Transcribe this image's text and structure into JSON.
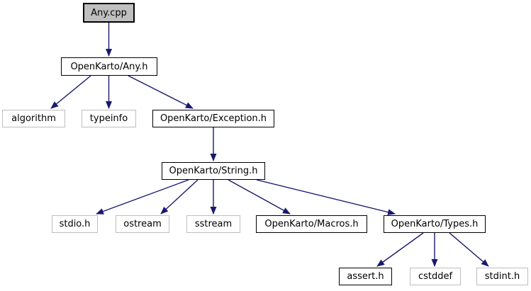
{
  "diagram_type": "include-dependency-graph",
  "colors": {
    "edge": "#191970",
    "root_fill": "#bfbfbf",
    "linked_border": "#000000",
    "external_border": "#bebebe",
    "text": "#000000",
    "background": "#ffffff"
  },
  "nodes": {
    "any_cpp": {
      "label": "Any.cpp"
    },
    "any_h": {
      "label": "OpenKarto/Any.h"
    },
    "algorithm": {
      "label": "algorithm"
    },
    "typeinfo": {
      "label": "typeinfo"
    },
    "exception_h": {
      "label": "OpenKarto/Exception.h"
    },
    "string_h": {
      "label": "OpenKarto/String.h"
    },
    "stdio_h": {
      "label": "stdio.h"
    },
    "ostream": {
      "label": "ostream"
    },
    "sstream": {
      "label": "sstream"
    },
    "macros_h": {
      "label": "OpenKarto/Macros.h"
    },
    "types_h": {
      "label": "OpenKarto/Types.h"
    },
    "assert_h": {
      "label": "assert.h"
    },
    "cstddef": {
      "label": "cstddef"
    },
    "stdint_h": {
      "label": "stdint.h"
    }
  },
  "edges": [
    {
      "from": "any_cpp",
      "to": "any_h"
    },
    {
      "from": "any_h",
      "to": "algorithm"
    },
    {
      "from": "any_h",
      "to": "typeinfo"
    },
    {
      "from": "any_h",
      "to": "exception_h"
    },
    {
      "from": "exception_h",
      "to": "string_h"
    },
    {
      "from": "string_h",
      "to": "stdio_h"
    },
    {
      "from": "string_h",
      "to": "ostream"
    },
    {
      "from": "string_h",
      "to": "sstream"
    },
    {
      "from": "string_h",
      "to": "macros_h"
    },
    {
      "from": "string_h",
      "to": "types_h"
    },
    {
      "from": "types_h",
      "to": "assert_h"
    },
    {
      "from": "types_h",
      "to": "cstddef"
    },
    {
      "from": "types_h",
      "to": "stdint_h"
    }
  ]
}
